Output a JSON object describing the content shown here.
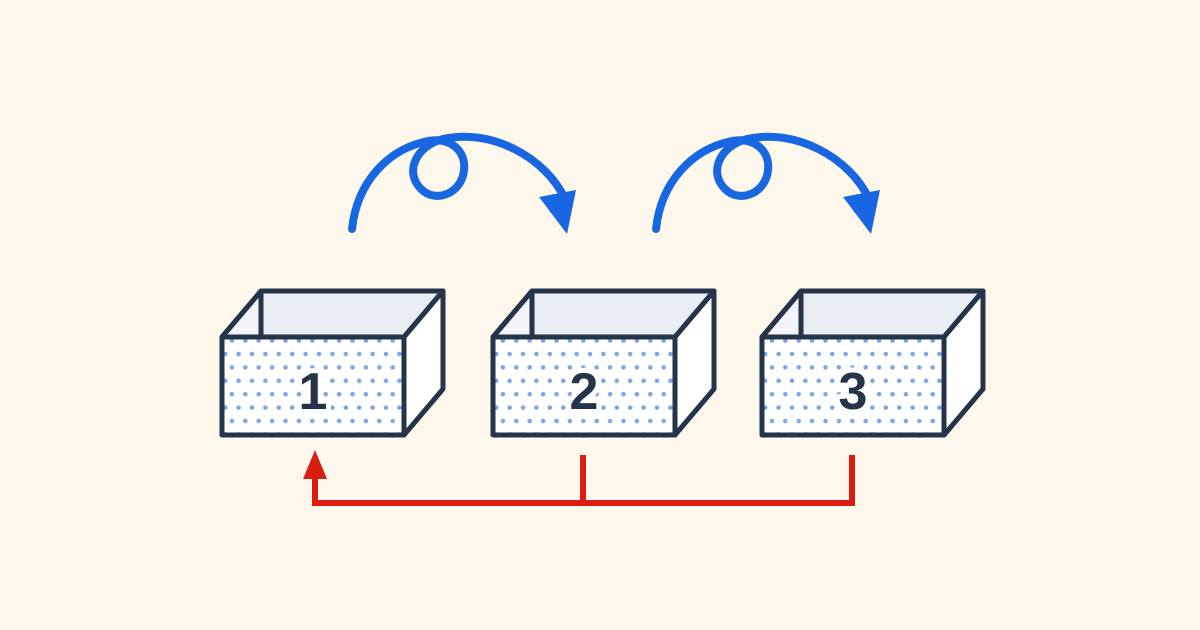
{
  "colors": {
    "background": "#FDF7EC",
    "outline": "#253449",
    "face": "#FFFFFF",
    "interior": "#E9EDF4",
    "interior_light": "#F2F4F9",
    "dot": "#7CA6EA",
    "hop_arrow": "#1866E0",
    "return_arrow": "#D91D10",
    "label": "#253449",
    "label_halo": "#FFFFFF"
  },
  "boxes": [
    {
      "label": "1"
    },
    {
      "label": "2"
    },
    {
      "label": "3"
    }
  ],
  "icons": {
    "hop_arrow_1": "loop-hop-arrow",
    "hop_arrow_2": "loop-hop-arrow",
    "return_arrow": "wrap-around-arrow"
  }
}
